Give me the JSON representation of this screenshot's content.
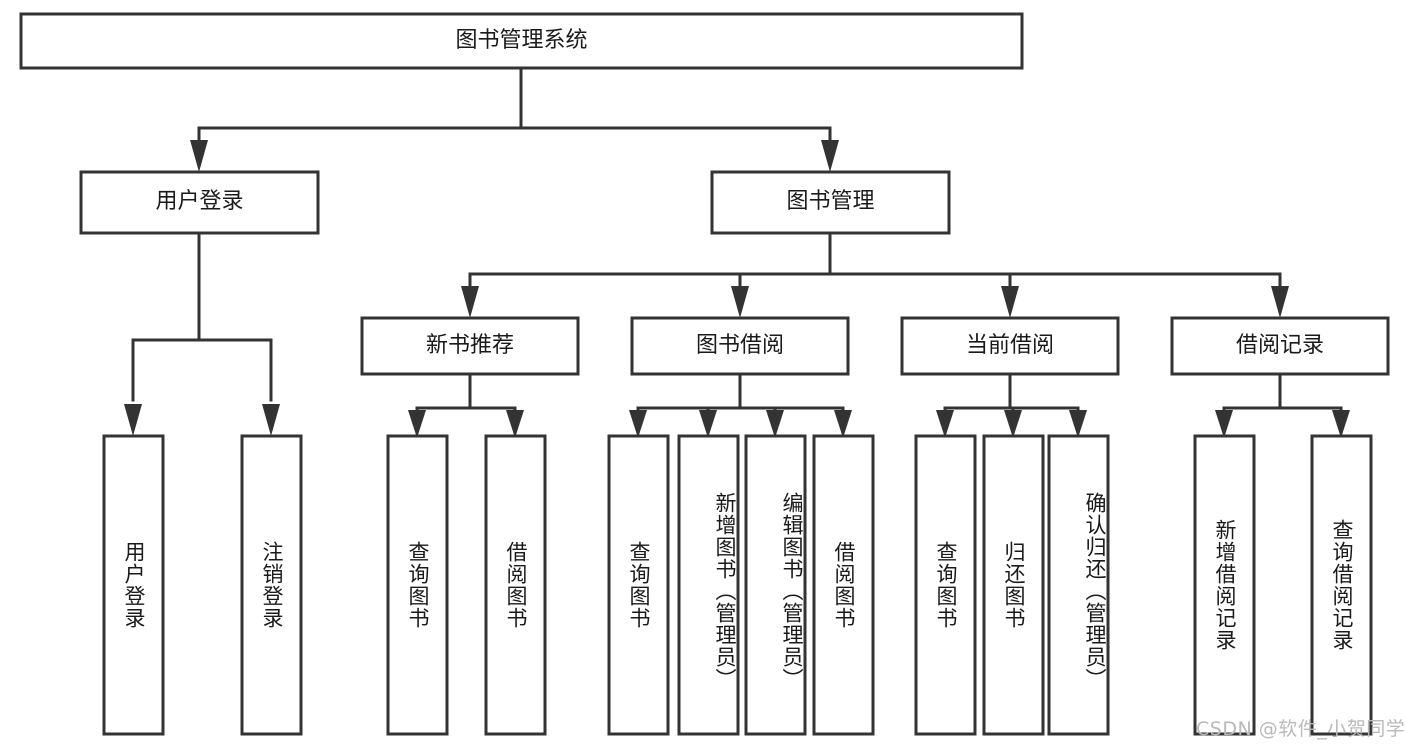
{
  "diagram": {
    "type": "tree-hierarchy",
    "title": "图书管理系统",
    "orientation": "top-down",
    "colors": {
      "box_fill": "#ffffff",
      "box_stroke": "#333333",
      "connector": "#333333",
      "text": "#1a1a1a",
      "watermark": "#b9b9b9",
      "background": "#ffffff"
    },
    "root": {
      "label": "图书管理系统",
      "level": 1
    },
    "level2": [
      {
        "label": "用户登录"
      },
      {
        "label": "图书管理"
      }
    ],
    "level3": [
      {
        "label": "新书推荐"
      },
      {
        "label": "图书借阅"
      },
      {
        "label": "当前借阅"
      },
      {
        "label": "借阅记录"
      }
    ],
    "leaves": {
      "user_login": [
        {
          "label": "用户登录"
        },
        {
          "label": "注销登录"
        }
      ],
      "new_book_recommend": [
        {
          "label": "查询图书"
        },
        {
          "label": "借阅图书"
        }
      ],
      "book_borrow": [
        {
          "label": "查询图书"
        },
        {
          "label": "新增图书（管理员）"
        },
        {
          "label": "编辑图书（管理员）"
        },
        {
          "label": "借阅图书"
        }
      ],
      "current_borrow": [
        {
          "label": "查询图书"
        },
        {
          "label": "归还图书"
        },
        {
          "label": "确认归还（管理员）"
        }
      ],
      "borrow_records": [
        {
          "label": "新增借阅记录"
        },
        {
          "label": "查询借阅记录"
        }
      ]
    }
  },
  "watermark": {
    "text": "CSDN @软件_小贺同学"
  }
}
